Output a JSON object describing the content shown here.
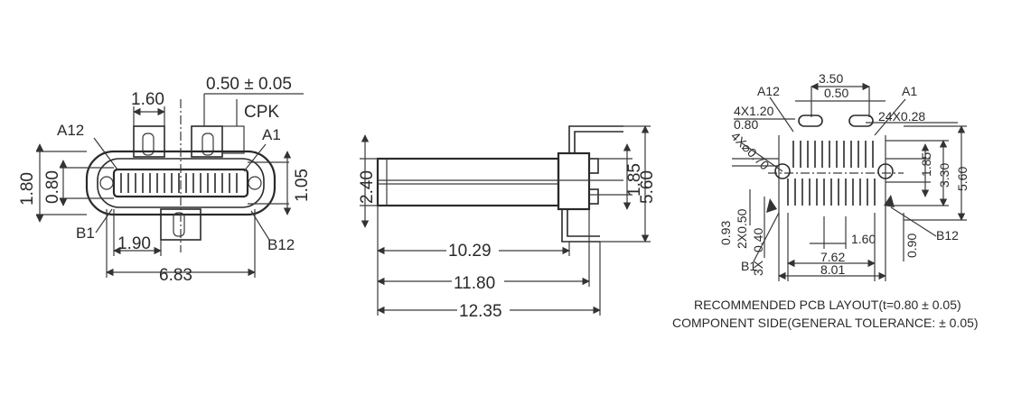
{
  "colors": {
    "ink": "#2a2a2a",
    "background": "#ffffff"
  },
  "front_view": {
    "dims": {
      "d_1_60": "1.60",
      "d_0_50": "0.50 ± 0.05",
      "d_cpk": "CPK",
      "d_1_80": "1.80",
      "d_0_80": "0.80",
      "d_1_05": "1.05",
      "d_1_90": "1.90",
      "d_6_83": "6.83"
    },
    "labels": {
      "a12": "A12",
      "a1": "A1",
      "b1": "B1",
      "b12": "B12"
    }
  },
  "side_view": {
    "dims": {
      "d_2_40": "2.40",
      "d_1_85": "1.85",
      "d_5_60": "5.60",
      "d_10_29": "10.29",
      "d_11_80": "11.80",
      "d_12_35": "12.35"
    }
  },
  "pcb_layout": {
    "dims": {
      "d_3_50": "3.50",
      "d_0_50": "0.50",
      "d_4x1_20": "4X1.20",
      "d_0_80": "0.80",
      "d_24x0_28": "24X0.28",
      "d_4x_dia": "4X⌀0.70",
      "d_1_85": "1.85",
      "d_3_30": "3.30",
      "d_5_60": "5.60",
      "d_0_93": "0.93",
      "d_2x0_50": "2X0.50",
      "d_0_40": "0.40",
      "d_3x": "3X",
      "d_1_60": "1.60",
      "d_0_90": "0.90",
      "d_7_62": "7.62",
      "d_8_01": "8.01"
    },
    "labels": {
      "a12": "A12",
      "a1": "A1",
      "b1": "B1",
      "b12": "B12"
    },
    "notes": {
      "line1": "RECOMMENDED PCB LAYOUT(t=0.80 ± 0.05)",
      "line2": "COMPONENT SIDE(GENERAL TOLERANCE: ± 0.05)"
    }
  }
}
